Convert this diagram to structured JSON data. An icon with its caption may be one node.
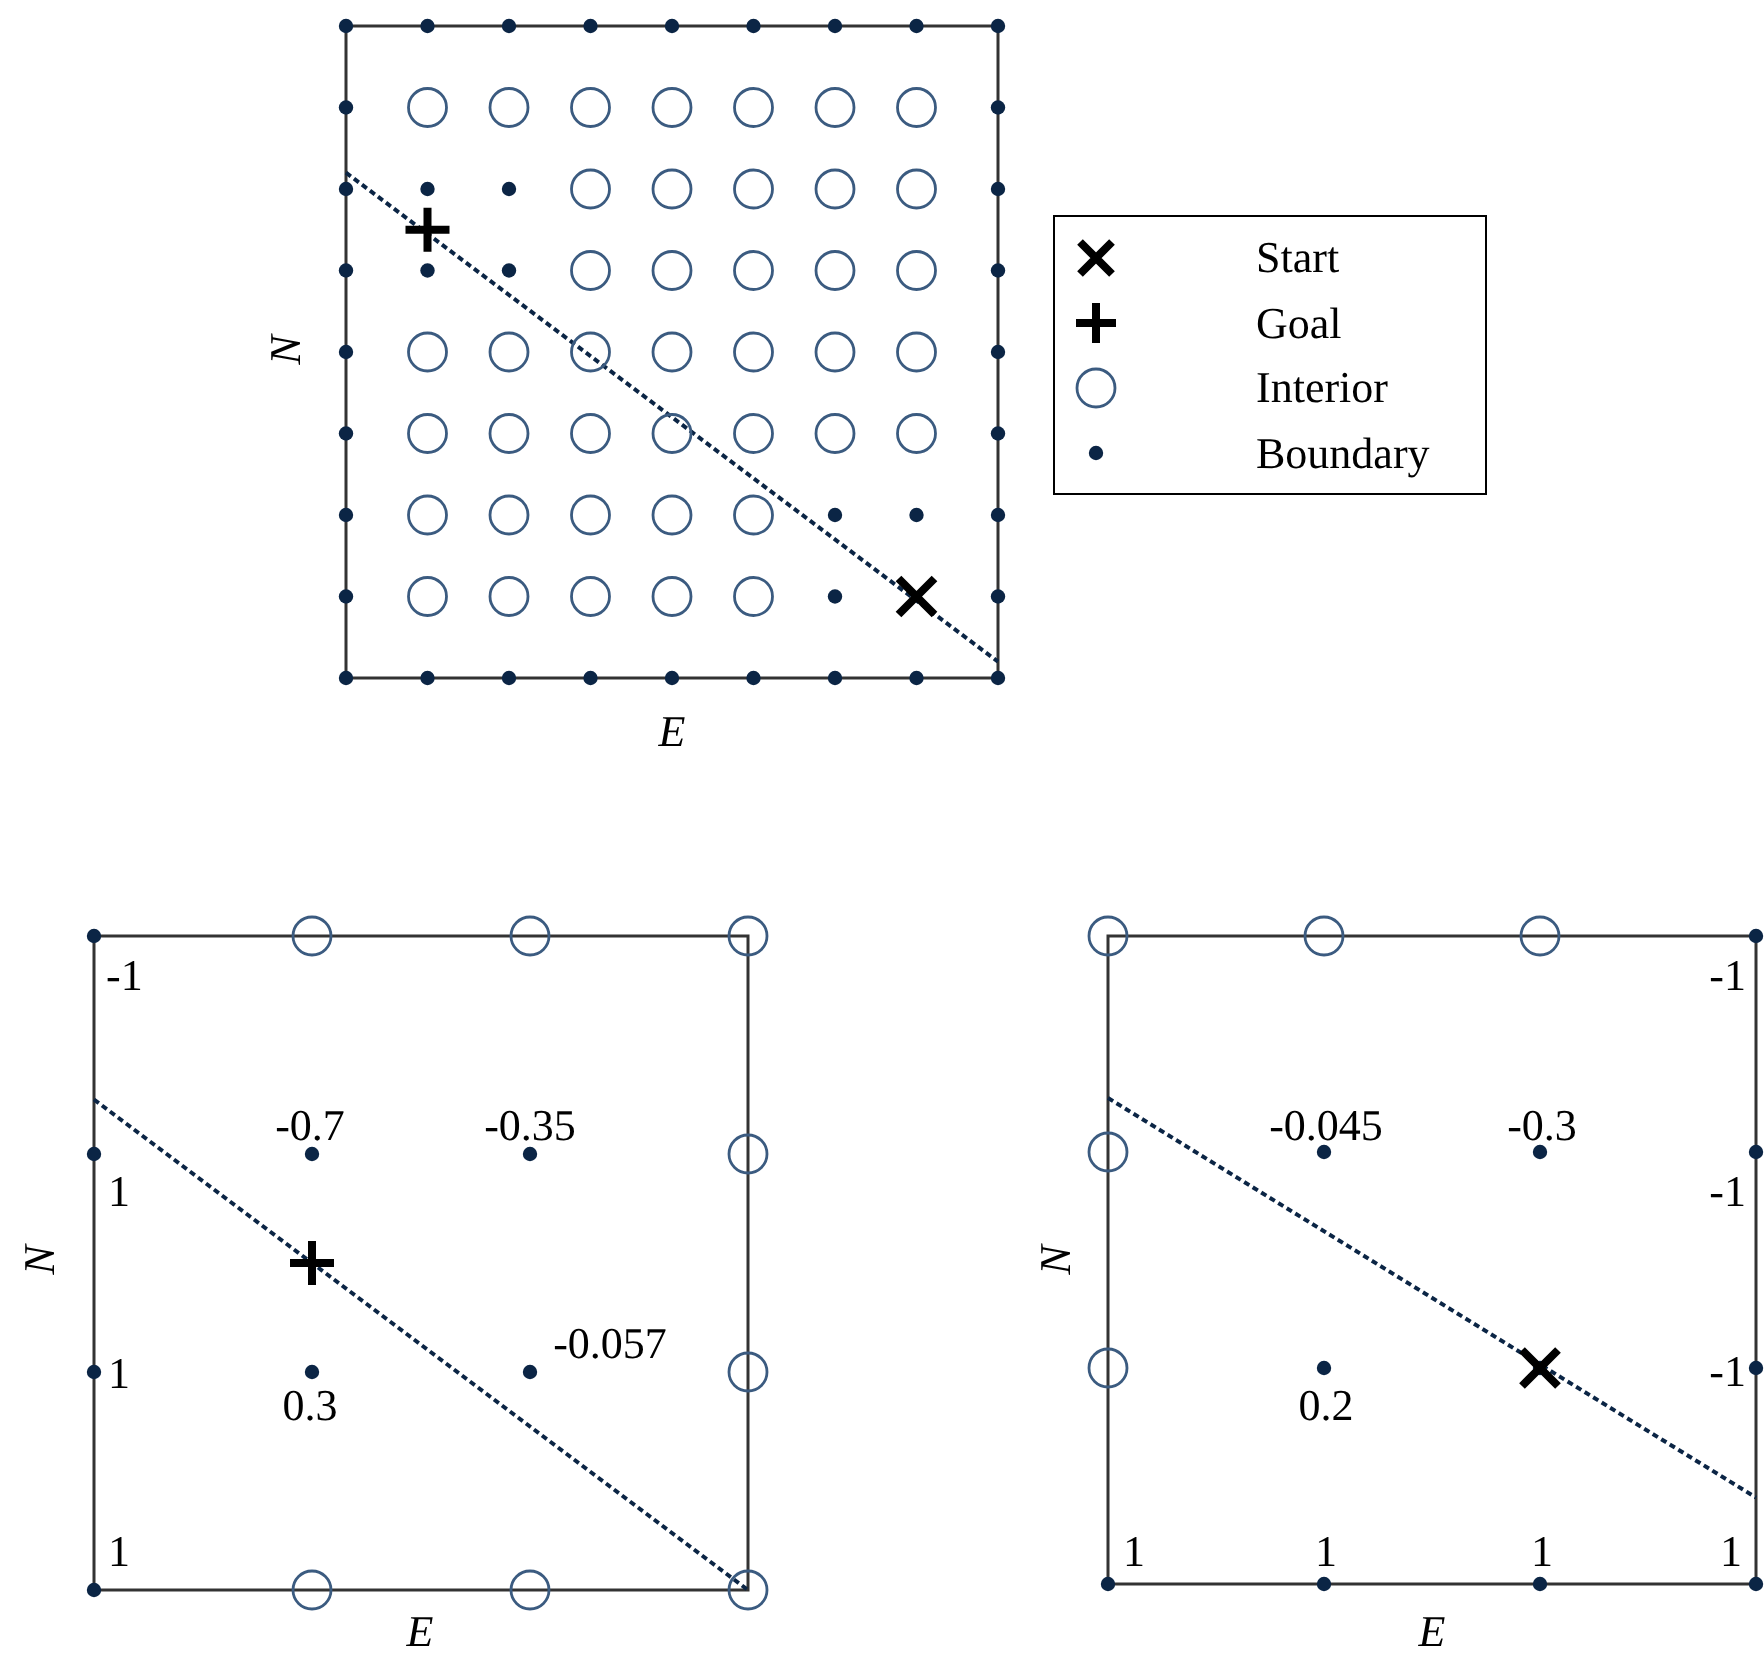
{
  "diagram": {
    "labels": [
      "N",
      "E",
      "-1",
      "-0.7",
      "-0.35",
      "1",
      "N",
      "1",
      "-0.057",
      "0.3",
      "1",
      "E",
      "-1",
      "-0.045",
      "-0.3",
      "N",
      "-1",
      "-1",
      "0.2",
      "1",
      "1",
      "1",
      "1",
      "E"
    ],
    "legend": [
      {
        "text": "Start"
      },
      {
        "text": "Goal"
      },
      {
        "text": "Interior"
      },
      {
        "text": "Boundary"
      }
    ]
  }
}
